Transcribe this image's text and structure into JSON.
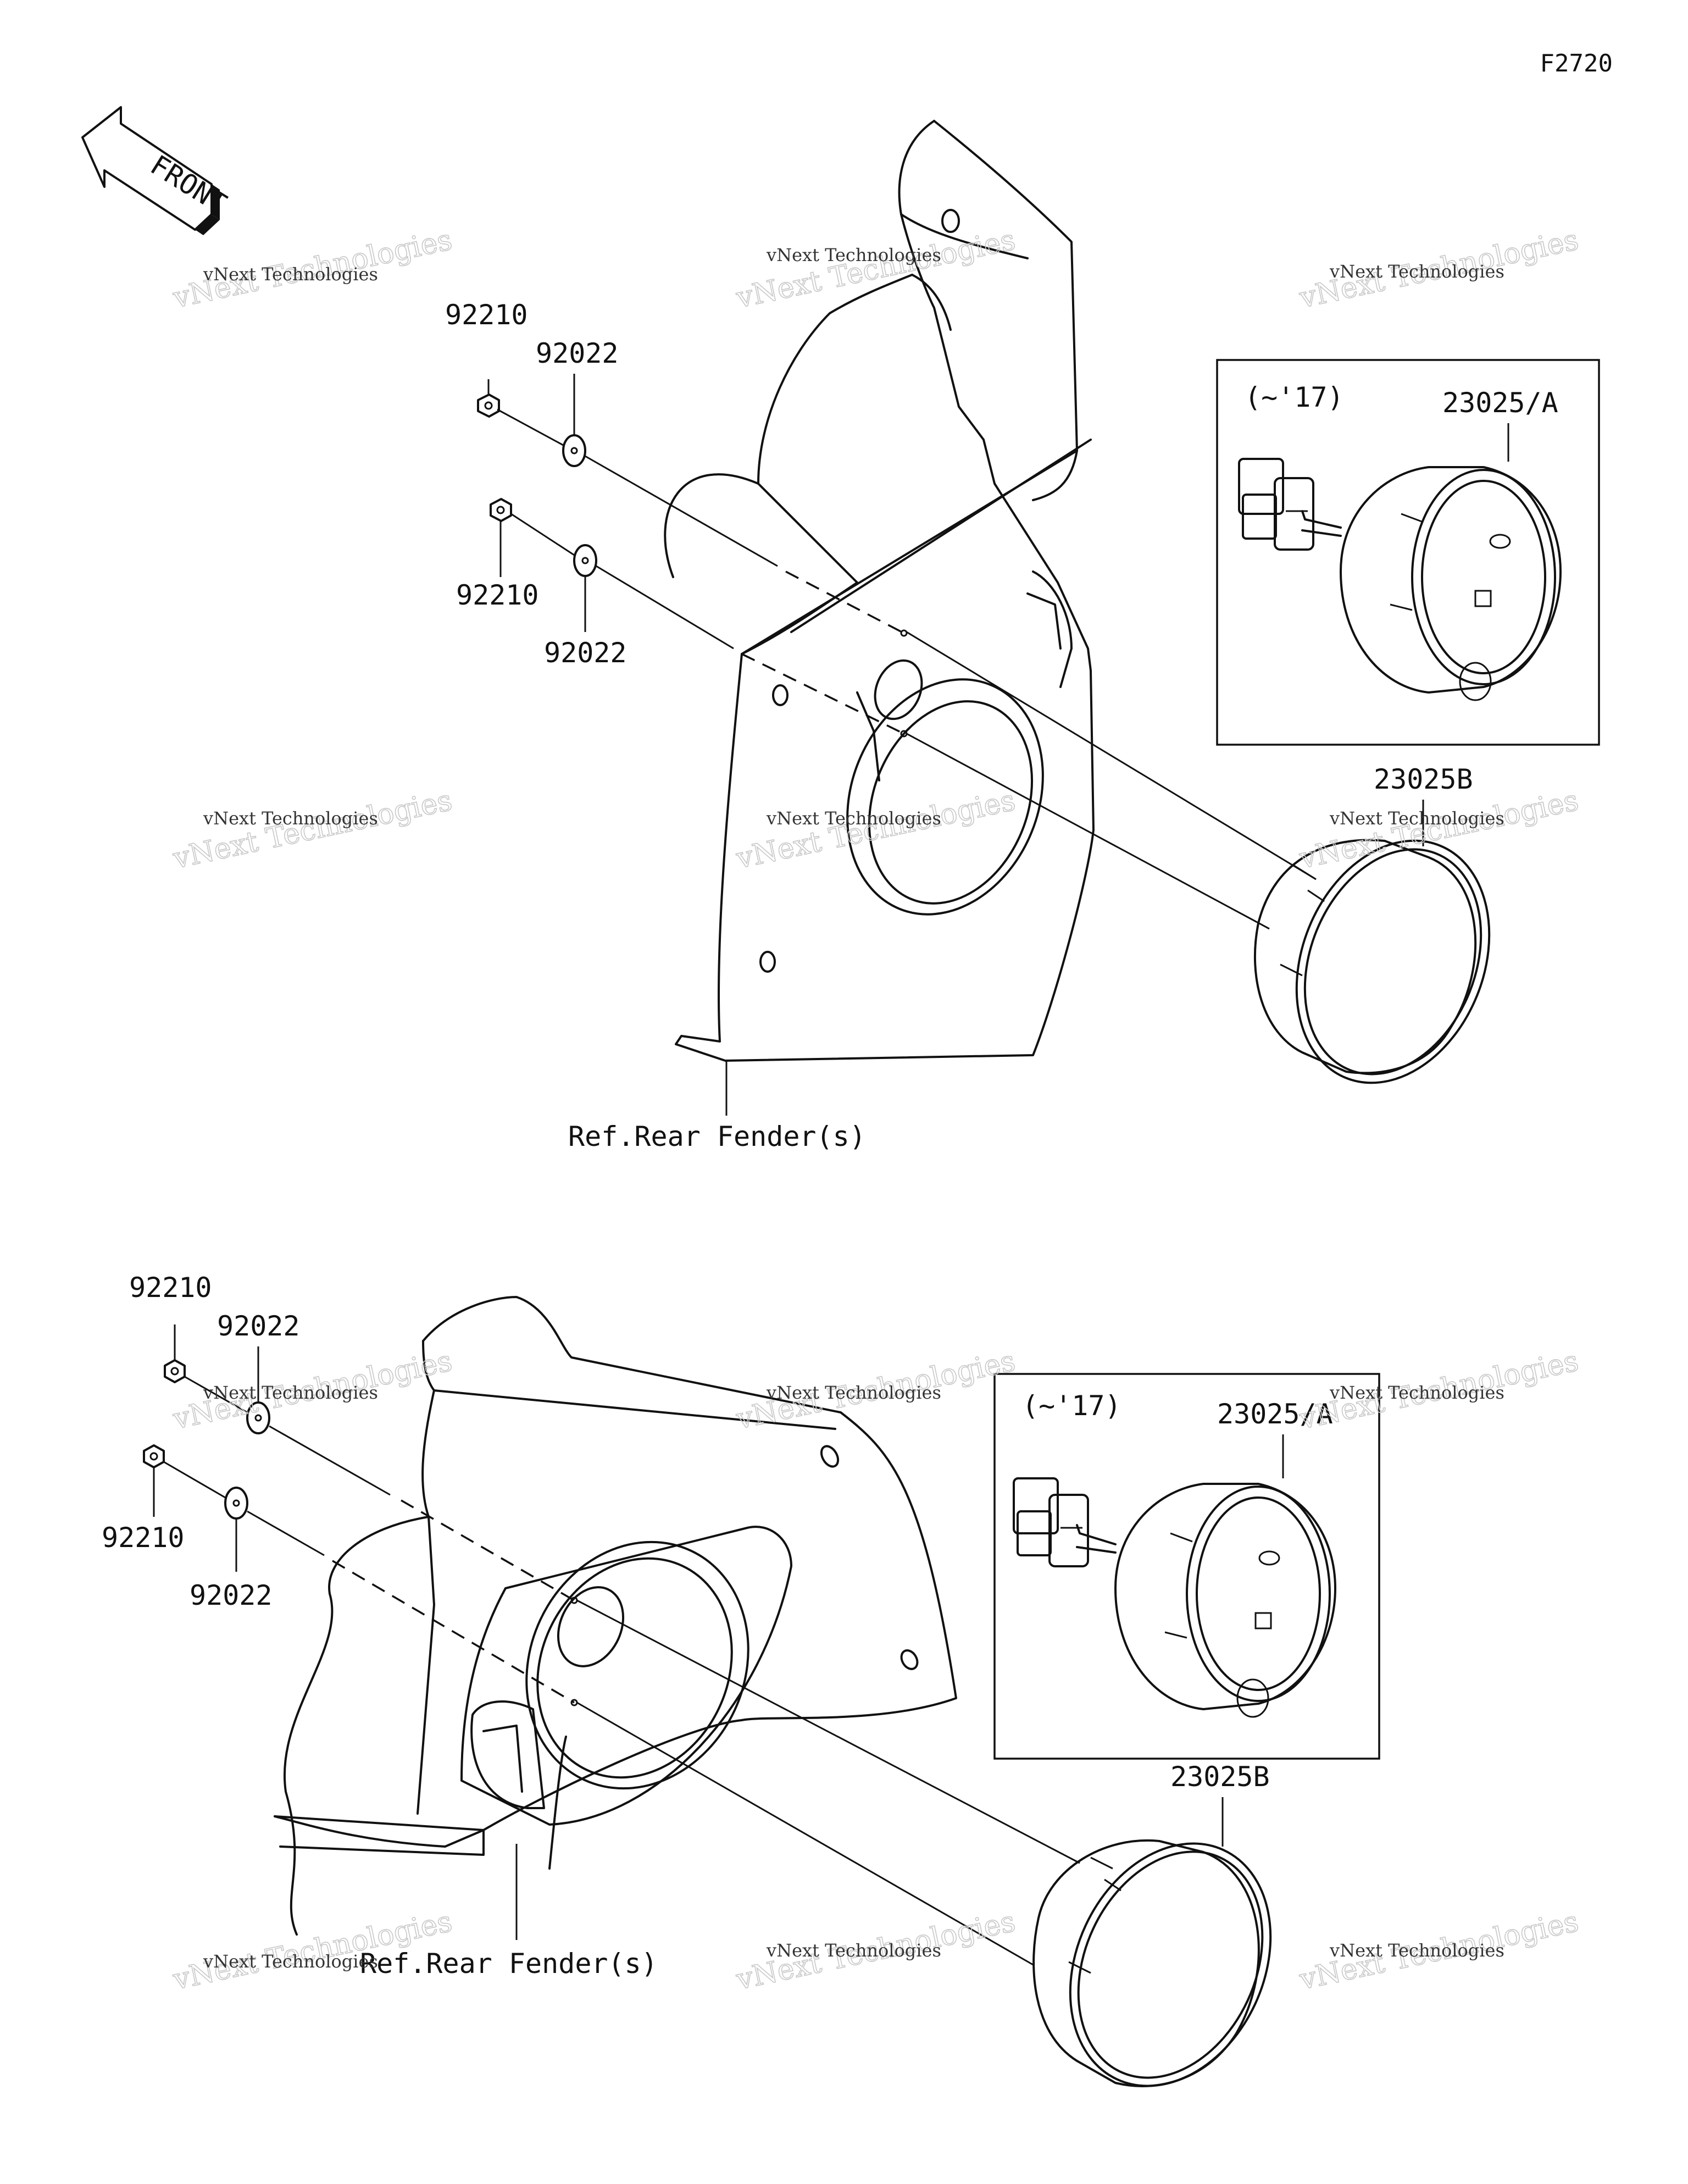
{
  "diagram_code": "F2720",
  "front_label": "FRONT",
  "top_assembly": {
    "callouts": {
      "nut_upper": "92210",
      "washer_upper": "92022",
      "nut_lower": "92210",
      "washer_lower": "92022",
      "lamp_with_mount": "23025/A",
      "lamp": "23025B",
      "ref": "Ref.Rear Fender(s)"
    },
    "inset_year_note": "(~'17)"
  },
  "bottom_assembly": {
    "callouts": {
      "nut_upper": "92210",
      "washer_upper": "92022",
      "nut_lower": "92210",
      "washer_lower": "92022",
      "lamp_with_mount": "23025/A",
      "lamp": "23025B",
      "ref": "Ref.Rear Fender(s)"
    },
    "inset_year_note": "(~'17)"
  },
  "watermark": {
    "line1": "vNext Technologies",
    "line2": "vNext Technologies"
  },
  "colors": {
    "ink": "#111111",
    "background": "#ffffff",
    "watermark": "#c8c8c8"
  }
}
